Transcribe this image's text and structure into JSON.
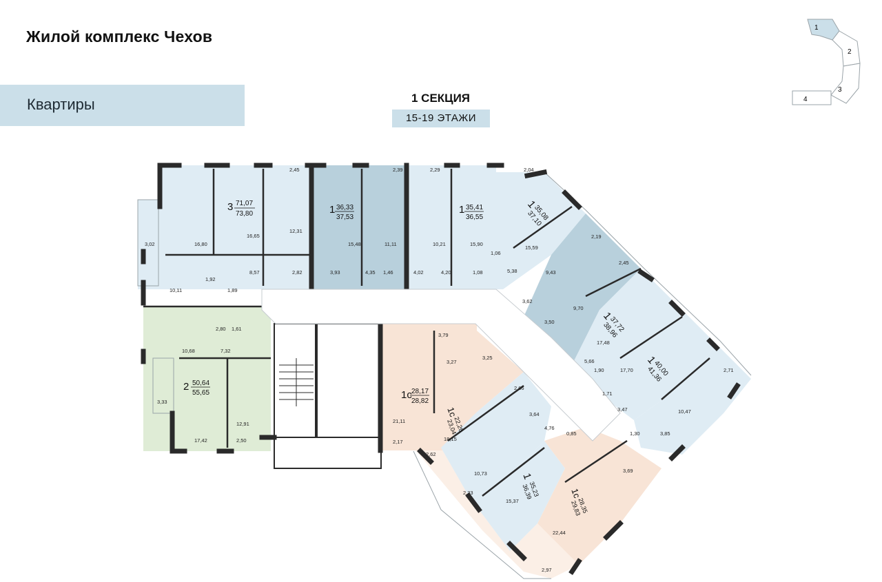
{
  "header": {
    "title": "Жилой комплекс Чехов",
    "tab_label": "Квартиры",
    "section": "1 СЕКЦИЯ",
    "floors": "15-19 ЭТАЖИ"
  },
  "minimap": {
    "sections": [
      "1",
      "2",
      "3",
      "4"
    ],
    "active": "1"
  },
  "colors": {
    "blue_light": "#dfecf4",
    "blue_mid": "#cbdfe9",
    "blue_dark": "#b8d0dc",
    "green": "#dfecd6",
    "peach": "#f8e4d6",
    "peach_dark": "#f1d4c2",
    "wall": "#2a2a2a"
  },
  "apartments": [
    {
      "rooms": "3",
      "area": "71,07",
      "total": "73,80"
    },
    {
      "rooms": "1",
      "area": "36,33",
      "total": "37,53"
    },
    {
      "rooms": "1",
      "area": "35,41",
      "total": "36,55"
    },
    {
      "rooms": "1",
      "area": "35,08",
      "total": "37,10"
    },
    {
      "rooms": "1",
      "area": "37,72",
      "total": "38,96"
    },
    {
      "rooms": "1",
      "area": "40,00",
      "total": "41,36"
    },
    {
      "rooms": "2",
      "area": "50,64",
      "total": "55,65"
    },
    {
      "rooms": "1с",
      "area": "28,17",
      "total": "28,82"
    },
    {
      "rooms": "1с",
      "area": "22,26",
      "total": "23,04"
    },
    {
      "rooms": "1",
      "area": "35,23",
      "total": "36,39"
    },
    {
      "rooms": "1с",
      "area": "28,35",
      "total": "29,83"
    }
  ],
  "room_areas": [
    "2,45",
    "2,39",
    "2,29",
    "2,04",
    "3,02",
    "16,80",
    "16,65",
    "12,31",
    "15,48",
    "11,11",
    "10,21",
    "15,90",
    "1,06",
    "5,38",
    "15,59",
    "9,43",
    "2,19",
    "2,45",
    "8,57",
    "2,82",
    "3,93",
    "4,35",
    "1,46",
    "4,02",
    "4,20",
    "1,08",
    "10,11",
    "1,92",
    "1,89",
    "2,80",
    "1,61",
    "10,68",
    "7,32",
    "3,33",
    "12,91",
    "17,42",
    "2,50",
    "3,79",
    "3,27",
    "3,25",
    "21,11",
    "2,17",
    "2,62",
    "10,73",
    "2,33",
    "15,37",
    "3,62",
    "3,50",
    "9,70",
    "17,48",
    "17,70",
    "1,71",
    "3,47",
    "10,47",
    "2,71",
    "3,85",
    "1,30",
    "3,69",
    "2,66",
    "3,64",
    "4,76",
    "0,85",
    "18,15",
    "22,44",
    "2,97",
    "5,66",
    "1,90"
  ]
}
